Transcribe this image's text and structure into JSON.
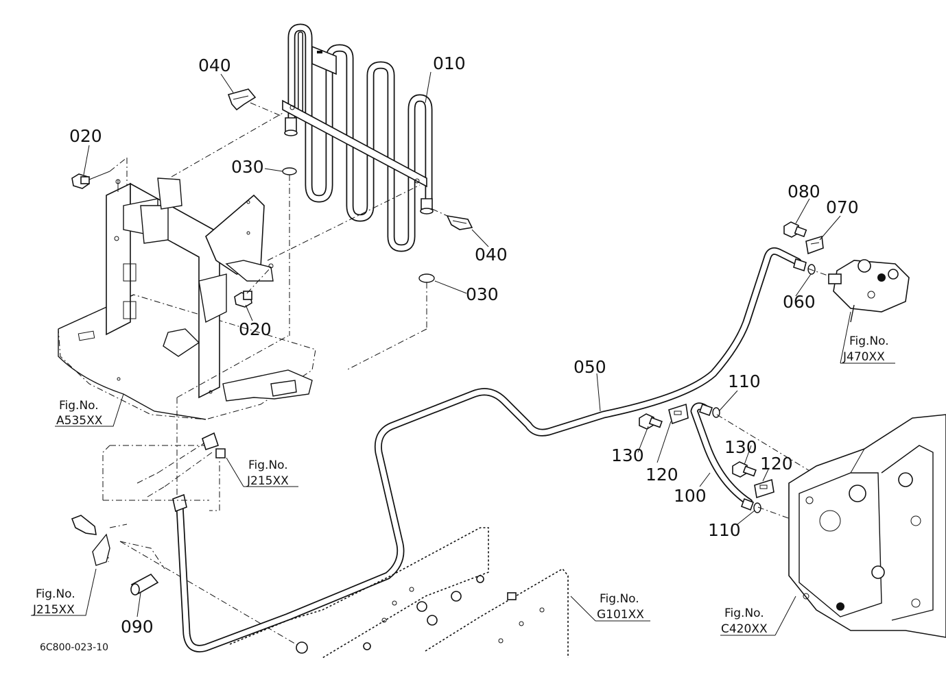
{
  "part_labels": {
    "p010": "010",
    "p020a": "020",
    "p020b": "020",
    "p030a": "030",
    "p030b": "030",
    "p040a": "040",
    "p040b": "040",
    "p050": "050",
    "p060": "060",
    "p070": "070",
    "p080": "080",
    "p090": "090",
    "p100": "100",
    "p110a": "110",
    "p110b": "110",
    "p120a": "120",
    "p120b": "120",
    "p130a": "130",
    "p130b": "130"
  },
  "fig_refs": {
    "a535": {
      "line1": "Fig.No.",
      "line2": "A535XX"
    },
    "j215_top": {
      "line1": "Fig.No.",
      "line2": "J215XX"
    },
    "j215_left": {
      "line1": "Fig.No.",
      "line2": "J215XX"
    },
    "j470": {
      "line1": "Fig.No.",
      "line2": "J470XX"
    },
    "g101": {
      "line1": "Fig.No.",
      "line2": "G101XX"
    },
    "c420": {
      "line1": "Fig.No.",
      "line2": "C420XX"
    }
  },
  "drawing_code": "6C800-023-10"
}
